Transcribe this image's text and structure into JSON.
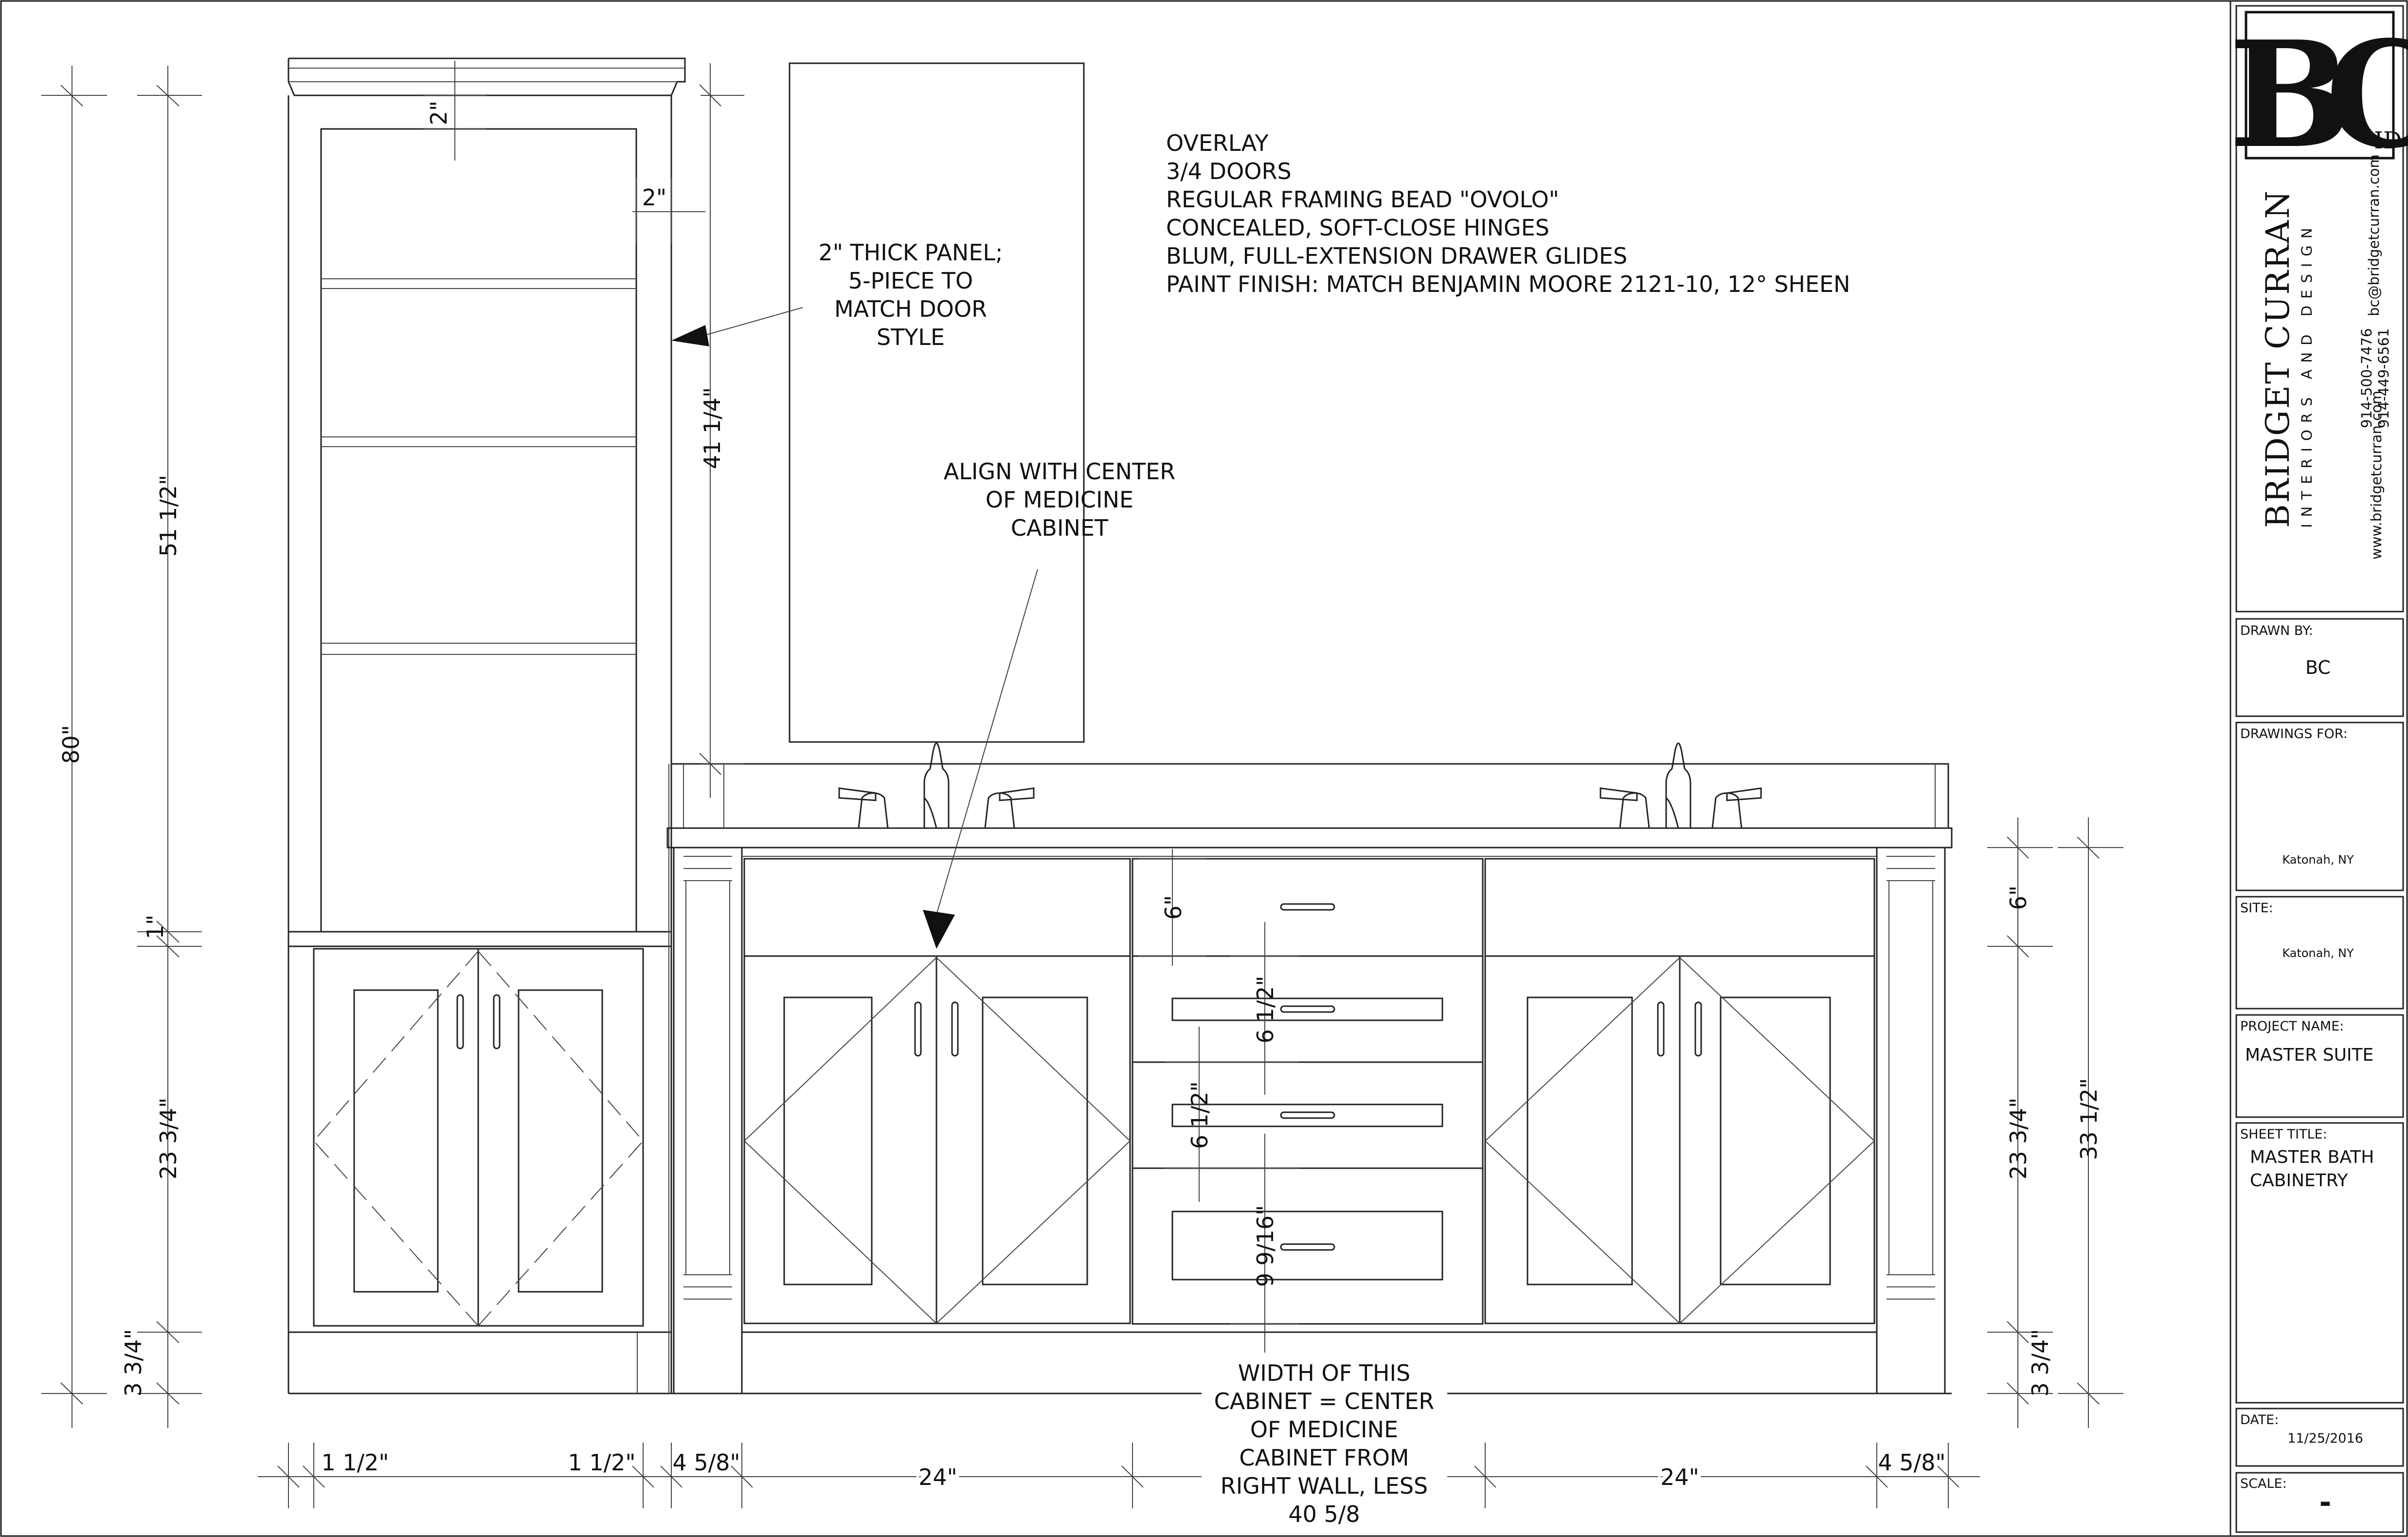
{
  "notes": {
    "specs": [
      "OVERLAY",
      "3/4 DOORS",
      "REGULAR FRAMING BEAD \"OVOLO\"",
      "CONCEALED, SOFT-CLOSE HINGES",
      "BLUM, FULL-EXTENSION DRAWER GLIDES",
      "PAINT FINISH: MATCH BENJAMIN MOORE 2121-10, 12° SHEEN"
    ],
    "panel": [
      "2\" THICK PANEL;",
      "5-PIECE TO",
      "MATCH DOOR",
      "STYLE"
    ],
    "align": [
      "ALIGN WITH CENTER",
      "OF MEDICINE",
      "CABINET"
    ],
    "width": [
      "WIDTH OF THIS",
      "CABINET = CENTER",
      "OF MEDICINE",
      "CABINET FROM",
      "RIGHT WALL, LESS",
      "40 5/8"
    ]
  },
  "dims": {
    "overall_height": "80\"",
    "tower_upper": "51 1/2\"",
    "counter_gap": "1\"",
    "base_height_left": "23 3/4\"",
    "toe_left": "3 3/4\"",
    "top_rail": "2\"",
    "side_stile": "2\"",
    "mirror_height": "41 1/4\"",
    "drawer_top": "6\"",
    "drawer_2": "6 1/2\"",
    "drawer_3": "6 1/2\"",
    "drawer_4": "9 9/16\"",
    "right_top": "6\"",
    "base_height_right": "23 3/4\"",
    "toe_right": "3 3/4\"",
    "overall_vanity": "33 1/2\"",
    "w_tower_stile": "1 1/2\"",
    "w_gap_stile": "1 1/2\"",
    "w_left_column": "4 5/8\"",
    "w_left_sink": "24\"",
    "w_right_sink": "24\"",
    "w_right_column": "4 5/8\""
  },
  "titleblock": {
    "logo_mark": "BC",
    "logo_suffix": "ID",
    "company": "BRIDGET CURRAN",
    "tagline": "INTERIORS AND DESIGN",
    "website": "www.bridgetcurran.com",
    "phone1": "914-500-7476",
    "phone2": "914-449-6561",
    "email": "bc@bridgetcurran.com",
    "drawn_by_label": "DRAWN BY:",
    "drawn_by": "BC",
    "drawings_for_label": "DRAWINGS FOR:",
    "drawings_for": "Katonah, NY",
    "site_label": "SITE:",
    "site": "Katonah, NY",
    "project_label": "PROJECT NAME:",
    "project": "MASTER SUITE",
    "sheet_title_label": "SHEET TITLE:",
    "sheet_title_1": "MASTER BATH",
    "sheet_title_2": "CABINETRY",
    "date_label": "DATE:",
    "date": "11/25/2016",
    "scale_label": "SCALE:",
    "scale": "-"
  }
}
